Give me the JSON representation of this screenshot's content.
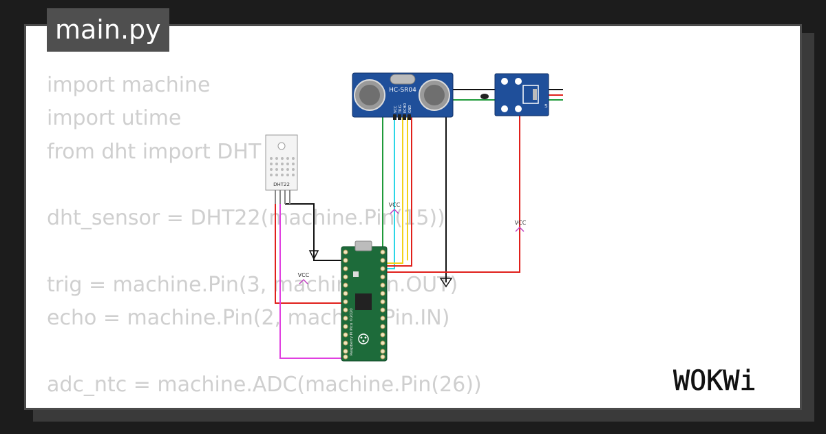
{
  "tab": {
    "title": "main.py"
  },
  "code_lines": [
    "import machine",
    "import utime",
    "from dht import DHT",
    "",
    "dht_sensor = DHT22(machine.Pin(15))",
    "",
    "trig = machine.Pin(3, machine.Pin.OUT)",
    "echo = machine.Pin(2, machine.Pin.IN)",
    "",
    "adc_ntc = machine.ADC(machine.Pin(26))"
  ],
  "components": {
    "ultrasonic": {
      "label": "HC-SR04",
      "pins": [
        "VCC",
        "TRIG",
        "ECHO",
        "GND"
      ]
    },
    "dht": {
      "label": "DHT22"
    },
    "ntc": {
      "label": "S"
    },
    "pico": {
      "label": "Raspberry Pi Pico ©2020"
    },
    "vcc_labels": [
      "VCC",
      "VCC",
      "VCC"
    ]
  },
  "brand": {
    "logo": "WOKWi"
  },
  "colors": {
    "wire_red": "#e0201b",
    "wire_green": "#1f9a3a",
    "wire_black": "#111111",
    "wire_cyan": "#2ad6e6",
    "wire_yellow": "#f2d21a",
    "wire_magenta": "#e040e0",
    "pico_green": "#1d6b3a",
    "sensor_blue": "#1f4f9a"
  }
}
